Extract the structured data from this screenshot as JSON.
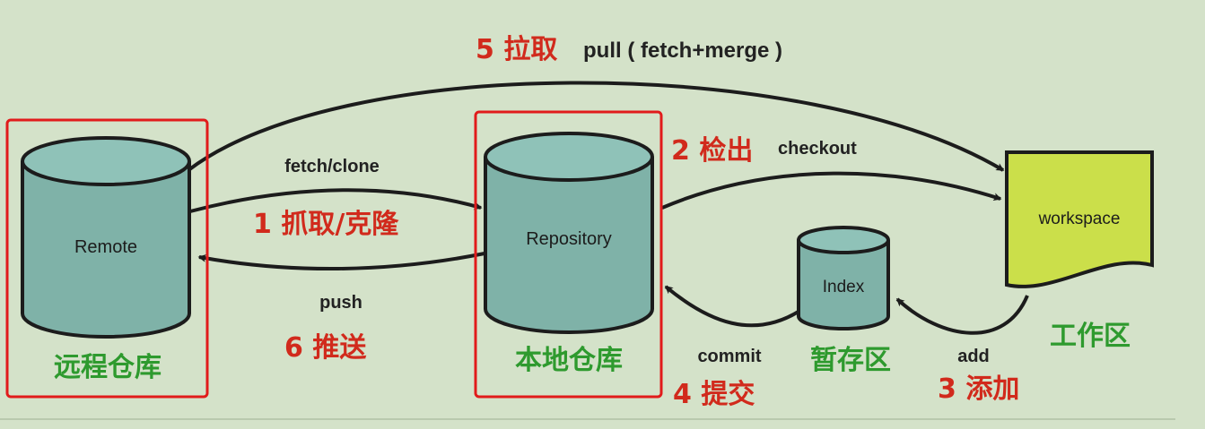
{
  "colors": {
    "background": "#d4e2c9",
    "cylinder_fill": "#7fb2a8",
    "cylinder_top": "#8fc2b8",
    "workspace_fill": "#cbdf4a",
    "outline": "#1c1c1c",
    "red_label": "#d12a1c",
    "green_label": "#2e9a2e",
    "highlight_box": "#e11b1b"
  },
  "nodes": {
    "remote": {
      "label": "Remote",
      "caption": "远程仓库"
    },
    "repository": {
      "label": "Repository",
      "caption": "本地仓库"
    },
    "index": {
      "label": "Index",
      "caption": "暂存区"
    },
    "workspace": {
      "label": "workspace",
      "caption": "工作区"
    }
  },
  "edges": {
    "pull": {
      "step": "5 拉取",
      "cmd": "pull ( fetch+merge )"
    },
    "fetch": {
      "step": "1 抓取/克隆",
      "cmd": "fetch/clone"
    },
    "push": {
      "step": "6 推送",
      "cmd": "push"
    },
    "checkout": {
      "step": "2 检出",
      "cmd": "checkout"
    },
    "commit": {
      "step": "4 提交",
      "cmd": "commit"
    },
    "add": {
      "step": "3 添加",
      "cmd": "add"
    }
  }
}
